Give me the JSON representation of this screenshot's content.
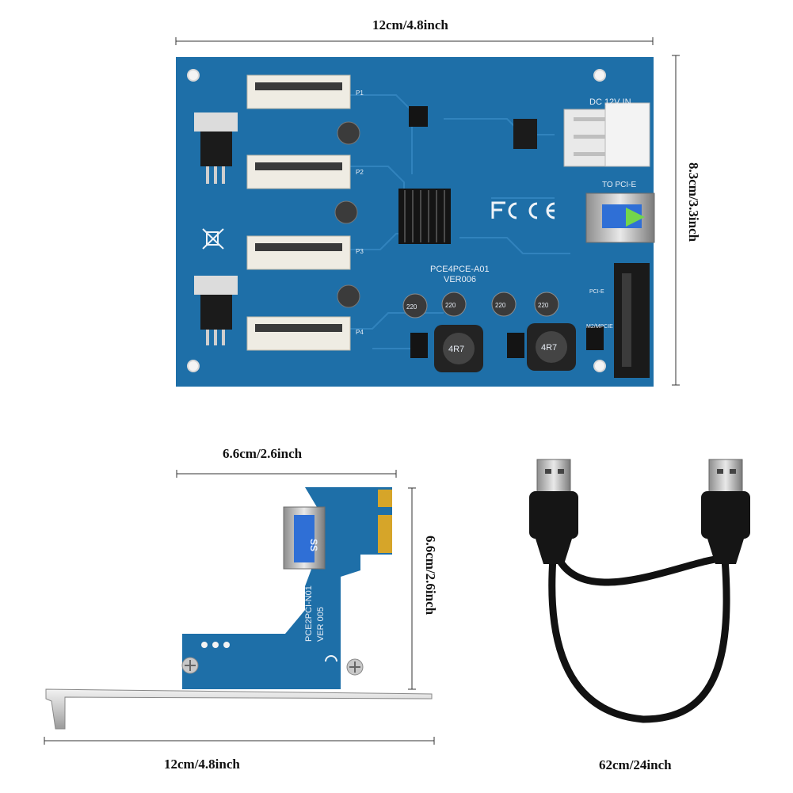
{
  "dimensions": {
    "main_board_width": "12cm/4.8inch",
    "main_board_height": "8.3cm/3.3inch",
    "adapter_width": "6.6cm/2.6inch",
    "adapter_height": "6.6cm/2.6inch",
    "bracket_width": "12cm/4.8inch",
    "cable_length": "62cm/24inch"
  },
  "main_board": {
    "model": "PCE4PCE-A01",
    "version": "VER006",
    "power_label": "DC 12V IN",
    "pcie_label": "TO PCI-E",
    "m2_label": "M2/MPCIE",
    "pcie_jumper_label": "PCI-E",
    "slot_labels": [
      "P1",
      "P2",
      "P3",
      "P4"
    ],
    "inductor_label": "4R7",
    "capacitor_label": "220"
  },
  "adapter_board": {
    "model": "PCE2PCI-N01",
    "version": "VER 005"
  },
  "colors": {
    "pcb_blue": "#1e6fa8",
    "slot_white": "#efece3",
    "usb_blue": "#2f6fd6",
    "gold": "#d6a529",
    "cable_black": "#121212"
  }
}
